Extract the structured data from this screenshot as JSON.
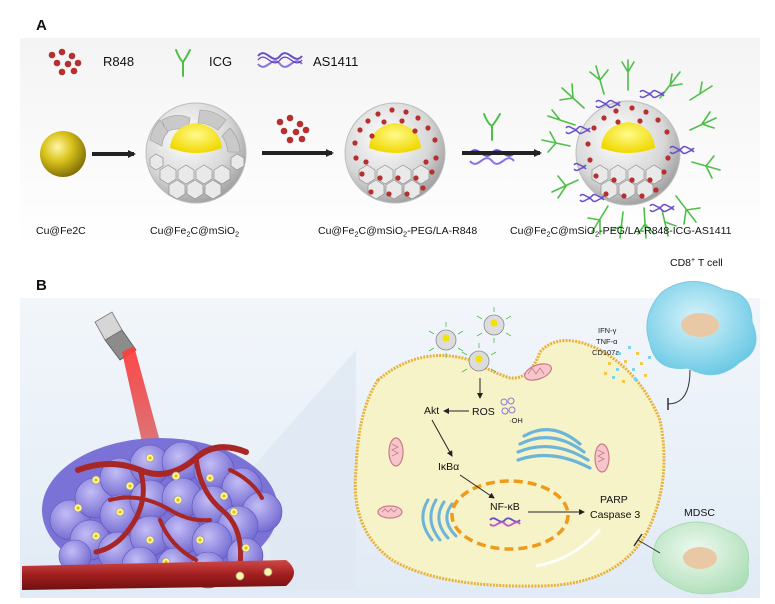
{
  "panels": {
    "a_letter": "A",
    "b_letter": "B"
  },
  "legend": {
    "r848": "R848",
    "icg": "ICG",
    "as1411": "AS1411"
  },
  "synthesis_steps": {
    "step1": "Cu@Fe2C",
    "step2": {
      "base": "Cu@Fe",
      "sub1": "2",
      "mid": "C@mSiO",
      "sub2": "2"
    },
    "step3": {
      "base": "Cu@Fe",
      "sub1": "2",
      "mid": "C@mSiO",
      "sub2": "2",
      "tail": "-PEG/LA-R848"
    },
    "step4": {
      "base": "Cu@Fe",
      "sub1": "2",
      "mid": "C@mSiO",
      "sub2": "2",
      "tail": "-PEG/LA-R848-ICG-AS1411"
    }
  },
  "cells": {
    "cd8": {
      "base": "CD8",
      "sup": "+",
      "rest": " T cell"
    },
    "mdsc": "MDSC",
    "cytokines": [
      "IFN-γ",
      "TNF-α",
      "CD107a"
    ]
  },
  "pathway": {
    "ros": "ROS",
    "oh": "·OH",
    "akt": "Akt",
    "ikba": "IκBα",
    "nfkb": "NF-κB",
    "parp": "PARP",
    "caspase": "Caspase 3"
  },
  "colors": {
    "core_gold": "#d9c21a",
    "core_yellow": "#f5e400",
    "r848_red": "#b5302f",
    "icg_green": "#4fbf4a",
    "aptamer_purple": "#6a4fc8",
    "cell_body": "#f6f3c8",
    "cell_border": "#e8b23a",
    "tumor_purple": "#8f86e0",
    "vessel_red": "#b32a2a",
    "cd8_cyan": "#7fd3ea",
    "mdsc_green": "#bfe6c6",
    "laser_red": "#e03030"
  }
}
